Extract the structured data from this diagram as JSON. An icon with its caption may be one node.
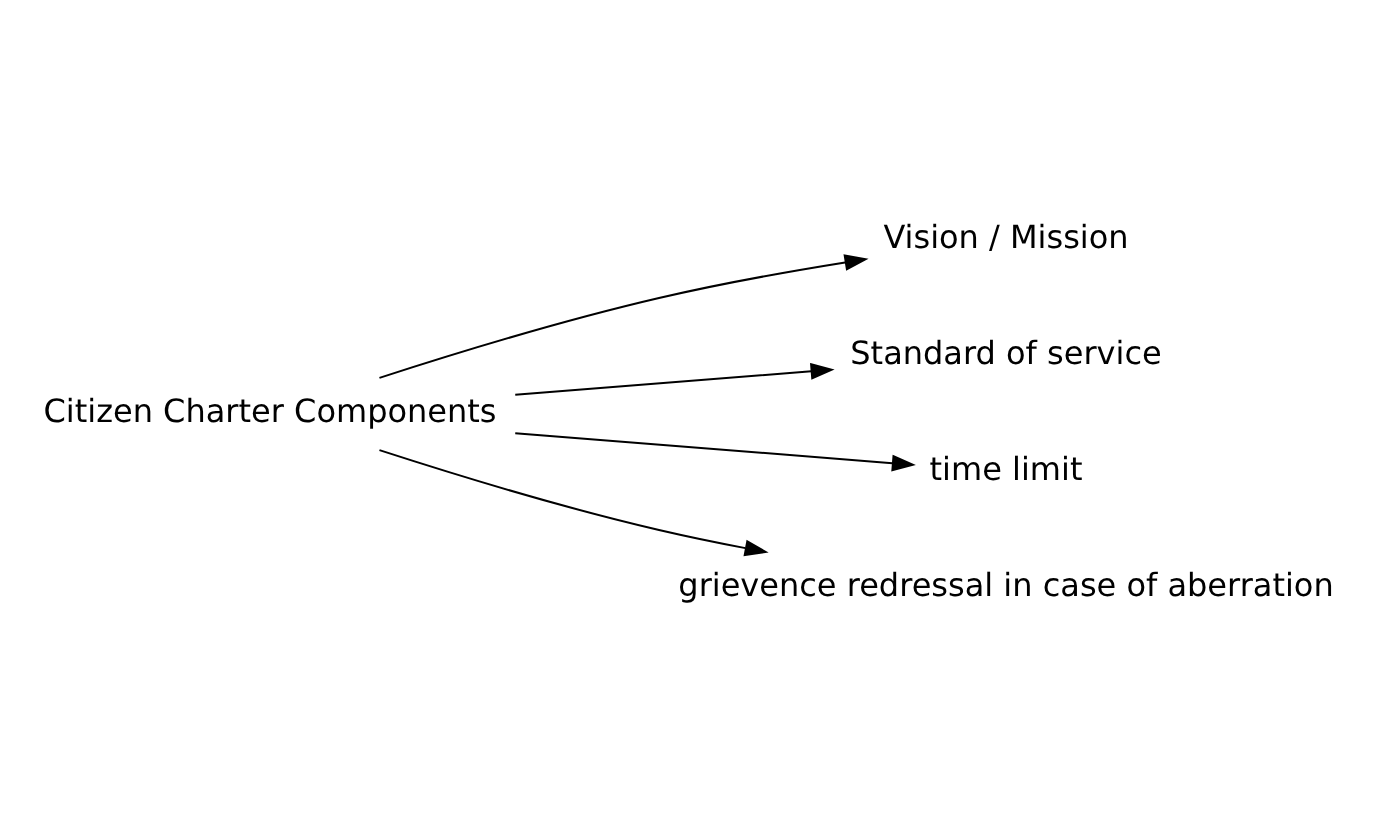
{
  "diagram": {
    "nodes": [
      {
        "text": [
          "Citizen Charter Components"
        ]
      },
      {
        "text": [
          "Vision / Mission"
        ]
      },
      {
        "text": [
          "Standard of service"
        ]
      },
      {
        "text": [
          "time limit"
        ]
      },
      {
        "text": [
          "grievence redressal in case of aberration"
        ]
      }
    ],
    "edges": [
      {
        "from": 0,
        "to": 1,
        "arrow": "to"
      },
      {
        "from": 0,
        "to": 2,
        "arrow": "to"
      },
      {
        "from": 0,
        "to": 3,
        "arrow": "to"
      },
      {
        "from": 0,
        "to": 4,
        "arrow": "to"
      }
    ]
  }
}
